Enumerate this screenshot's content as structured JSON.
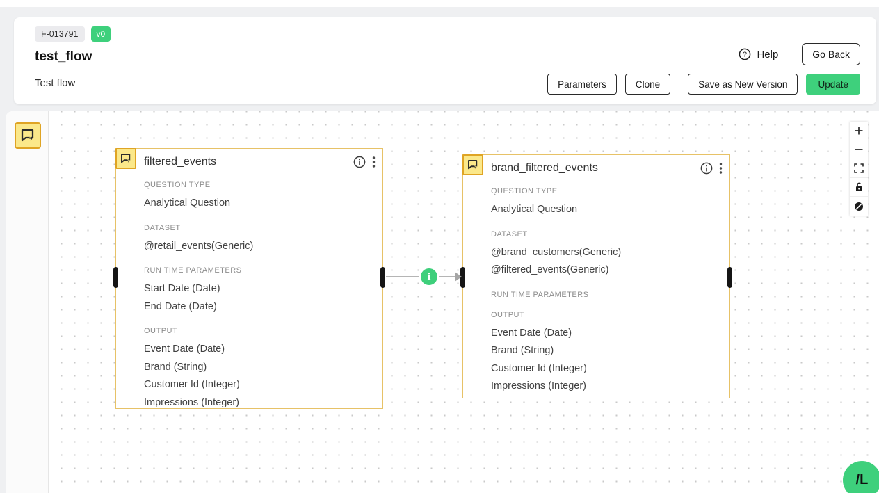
{
  "header": {
    "flow_id_badge": "F-013791",
    "version_badge": "v0",
    "title": "test_flow",
    "subtitle": "Test flow",
    "help_label": "Help",
    "go_back_label": "Go Back",
    "parameters_label": "Parameters",
    "clone_label": "Clone",
    "save_label": "Save as New Version",
    "update_label": "Update"
  },
  "colors": {
    "accent_green": "#3ed07c",
    "node_border_amber": "#e7c267",
    "icon_yellow_bg": "#fbe88a",
    "icon_yellow_border": "#dfa424",
    "port_black": "#151515",
    "edge_gray": "#b5b5b5"
  },
  "sidebar": {
    "tool_icon": "question-node-tool"
  },
  "canvas": {
    "nodes": [
      {
        "title": "filtered_events",
        "sections": [
          {
            "label": "QUESTION TYPE",
            "values": [
              "Analytical Question"
            ]
          },
          {
            "label": "DATASET",
            "values": [
              "@retail_events(Generic)"
            ]
          },
          {
            "label": "RUN TIME PARAMETERS",
            "values": [
              "Start Date (Date)",
              "End Date (Date)"
            ]
          },
          {
            "label": "OUTPUT",
            "values": [
              "Event Date (Date)",
              "Brand (String)",
              "Customer Id (Integer)",
              "Impressions (Integer)"
            ]
          }
        ]
      },
      {
        "title": "brand_filtered_events",
        "sections": [
          {
            "label": "QUESTION TYPE",
            "values": [
              "Analytical Question"
            ]
          },
          {
            "label": "DATASET",
            "values": [
              "@brand_customers(Generic)",
              "@filtered_events(Generic)"
            ]
          },
          {
            "label": "RUN TIME PARAMETERS",
            "values": []
          },
          {
            "label": "OUTPUT",
            "values": [
              "Event Date (Date)",
              "Brand (String)",
              "Customer Id (Integer)",
              "Impressions (Integer)"
            ]
          }
        ]
      }
    ],
    "edge_info_glyph": "i",
    "fab_label": "/L"
  }
}
